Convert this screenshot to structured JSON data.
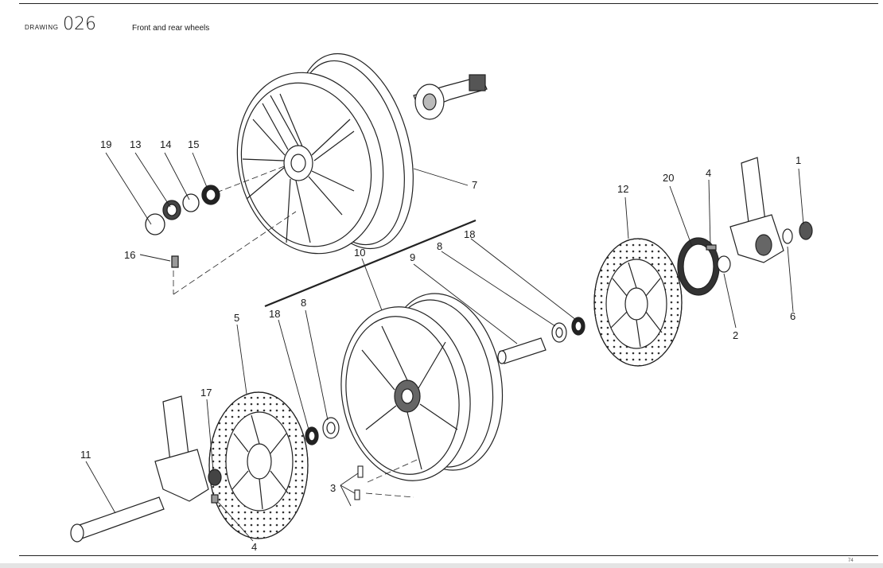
{
  "header": {
    "drawing_label": "DRAWING",
    "drawing_number": "026",
    "title": "Front and rear wheels"
  },
  "footer": {
    "page_number": "74"
  },
  "callouts": {
    "c19": "19",
    "c13": "13",
    "c14": "14",
    "c15": "15",
    "c16": "16",
    "c7": "7",
    "c10": "10",
    "c9": "9",
    "c8a": "8",
    "c18a": "18",
    "c12": "12",
    "c20": "20",
    "c4a": "4",
    "c1": "1",
    "c2": "2",
    "c6": "6",
    "c5": "5",
    "c18b": "18",
    "c8b": "8",
    "c17": "17",
    "c11": "11",
    "c3": "3",
    "c4b": "4"
  }
}
